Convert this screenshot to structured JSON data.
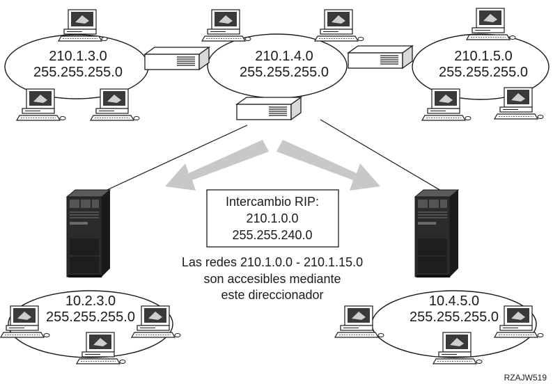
{
  "networks": {
    "top_left": {
      "address": "210.1.3.0",
      "mask": "255.255.255.0"
    },
    "top_center": {
      "address": "210.1.4.0",
      "mask": "255.255.255.0"
    },
    "top_right": {
      "address": "210.1.5.0",
      "mask": "255.255.255.0"
    },
    "bottom_left": {
      "address": "10.2.3.0",
      "mask": "255.255.255.0"
    },
    "bottom_right": {
      "address": "10.4.5.0",
      "mask": "255.255.255.0"
    }
  },
  "rip_box": {
    "title": "Intercambio RIP:",
    "address": "210.1.0.0",
    "mask": "255.255.240.0"
  },
  "caption": {
    "line1": "Las redes 210.1.0.0 - 210.1.15.0",
    "line2": "son accesibles mediante",
    "line3": "este direccionador"
  },
  "figure_id": "RZAJW519",
  "colors": {
    "ink": "#1a1a1a",
    "arrow": "#c8c8c8",
    "server": "#2b2b2b"
  },
  "icons": [
    "workstation-icon",
    "router-icon",
    "server-icon"
  ]
}
